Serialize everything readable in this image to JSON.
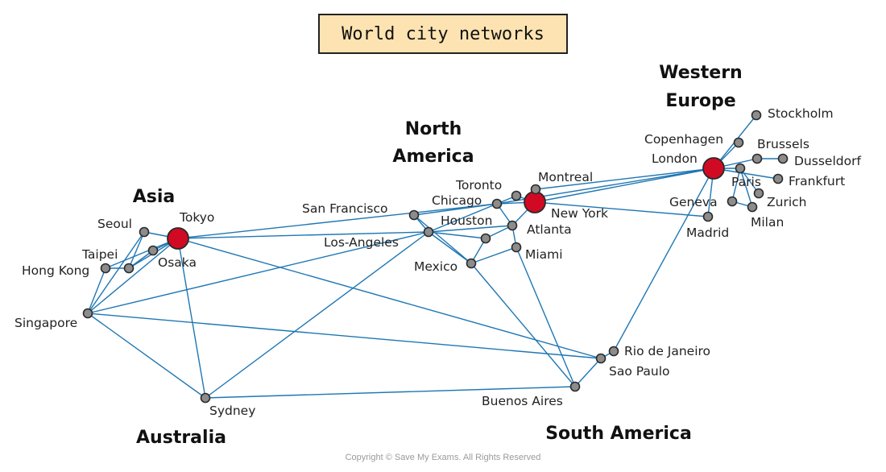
{
  "title": "World city networks",
  "regions": {
    "western_europe": [
      "Western",
      "Europe"
    ],
    "north_america": [
      "North",
      "America"
    ],
    "asia": "Asia",
    "australia": "Australia",
    "south_america": "South America"
  },
  "cities": {
    "stockholm": "Stockholm",
    "copenhagen": "Copenhagen",
    "brussels": "Brussels",
    "dusseldorf": "Dusseldorf",
    "london": "London",
    "paris": "Paris",
    "frankfurt": "Frankfurt",
    "geneva": "Geneva",
    "zurich": "Zurich",
    "milan": "Milan",
    "madrid": "Madrid",
    "toronto": "Toronto",
    "montreal": "Montreal",
    "chicago": "Chicago",
    "new_york": "New York",
    "san_francisco": "San Francisco",
    "houston": "Houston",
    "atlanta": "Atlanta",
    "los_angeles": "Los-Angeles",
    "miami": "Miami",
    "mexico": "Mexico",
    "tokyo": "Tokyo",
    "seoul": "Seoul",
    "taipei": "Taipei",
    "osaka": "Osaka",
    "hong_kong": "Hong Kong",
    "singapore": "Singapore",
    "sydney": "Sydney",
    "rio": "Rio de Janeiro",
    "sao_paulo": "Sao Paulo",
    "buenos_aires": "Buenos Aires"
  },
  "colors": {
    "link": "#1f77b4",
    "node": "#8c8c8c",
    "hub": "#d10a24",
    "title_bg": "#fde3b1"
  },
  "copyright": "Copyright © Save My Exams. All Rights Reserved"
}
